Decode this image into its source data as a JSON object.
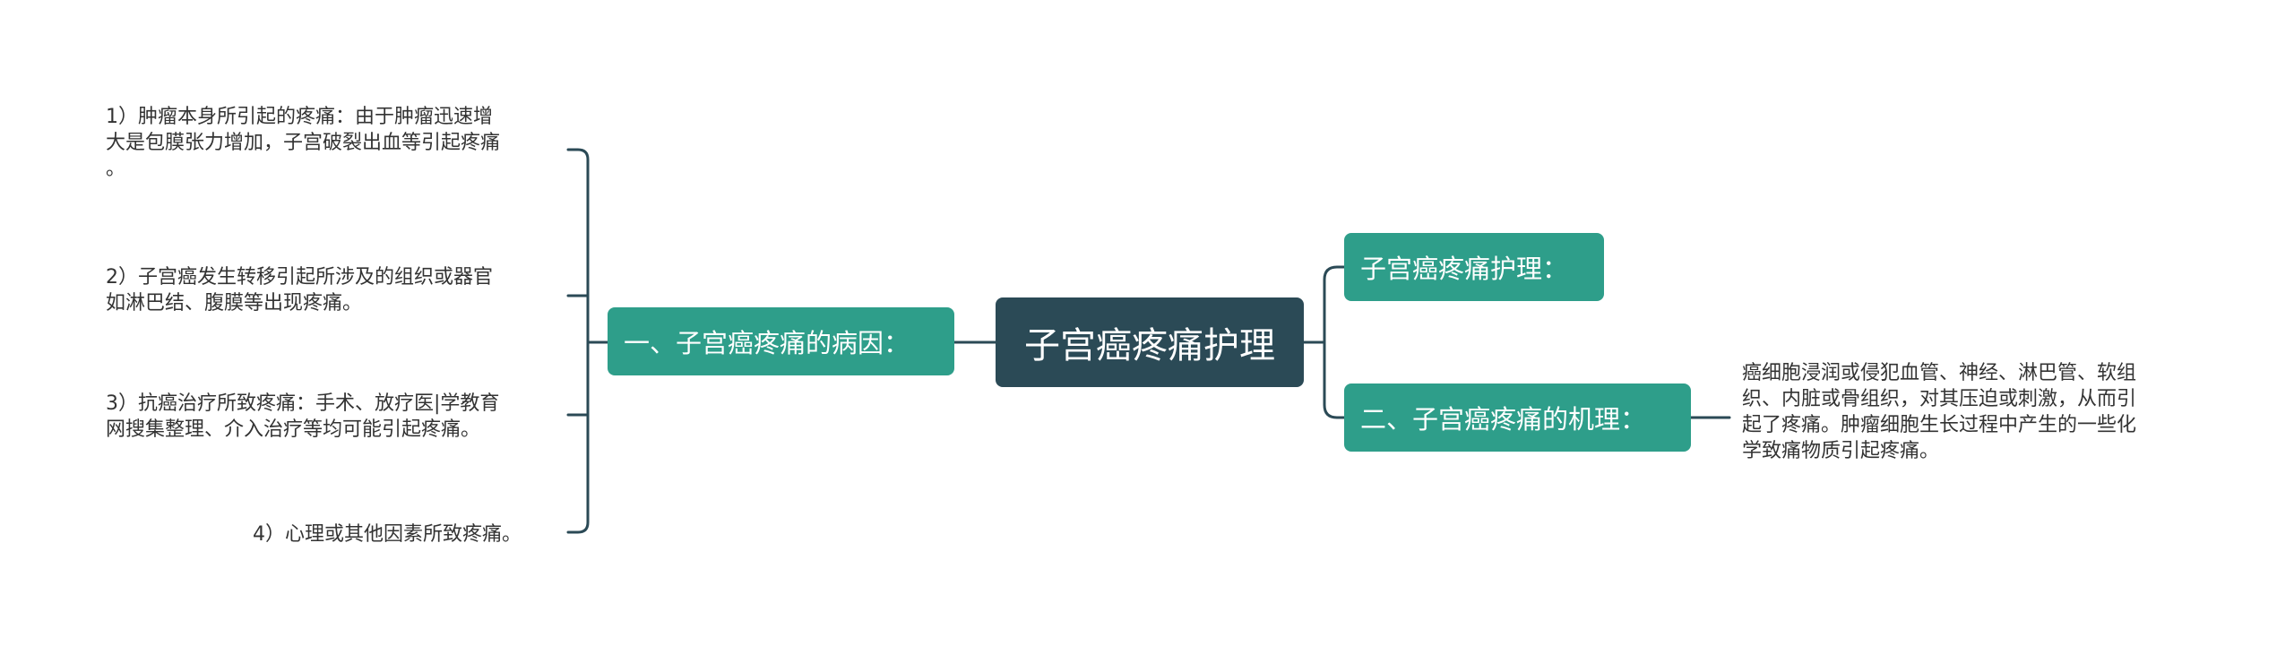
{
  "mindmap": {
    "root": "子宫癌疼痛护理",
    "branches": {
      "causes": {
        "label": "一、子宫癌疼痛的病因：",
        "leaves": {
          "l1": [
            "1）肿瘤本身所引起的疼痛：由于肿瘤迅速增",
            "大是包膜张力增加，子宫破裂出血等引起疼痛",
            "。"
          ],
          "l2": [
            "2）子宫癌发生转移引起所涉及的组织或器官",
            "如淋巴结、腹膜等出现疼痛。"
          ],
          "l3": [
            "3）抗癌治疗所致疼痛：手术、放疗医|学教育",
            "网搜集整理、介入治疗等均可能引起疼痛。"
          ],
          "l4": [
            "4）心理或其他因素所致疼痛。"
          ]
        }
      },
      "nursing": {
        "label": "子宫癌疼痛护理："
      },
      "mechanism": {
        "label": "二、子宫癌疼痛的机理：",
        "leaf": [
          "癌细胞浸润或侵犯血管、神经、淋巴管、软组",
          "织、内脏或骨组织，对其压迫或刺激，从而引",
          "起了疼痛。肿瘤细胞生长过程中产生的一些化",
          "学致痛物质引起疼痛。"
        ]
      }
    }
  },
  "colors": {
    "root_fill": "#2b4a56",
    "branch_fill": "#2e9e8a",
    "connector": "#2b4a56",
    "leaf_text": "#333333"
  }
}
